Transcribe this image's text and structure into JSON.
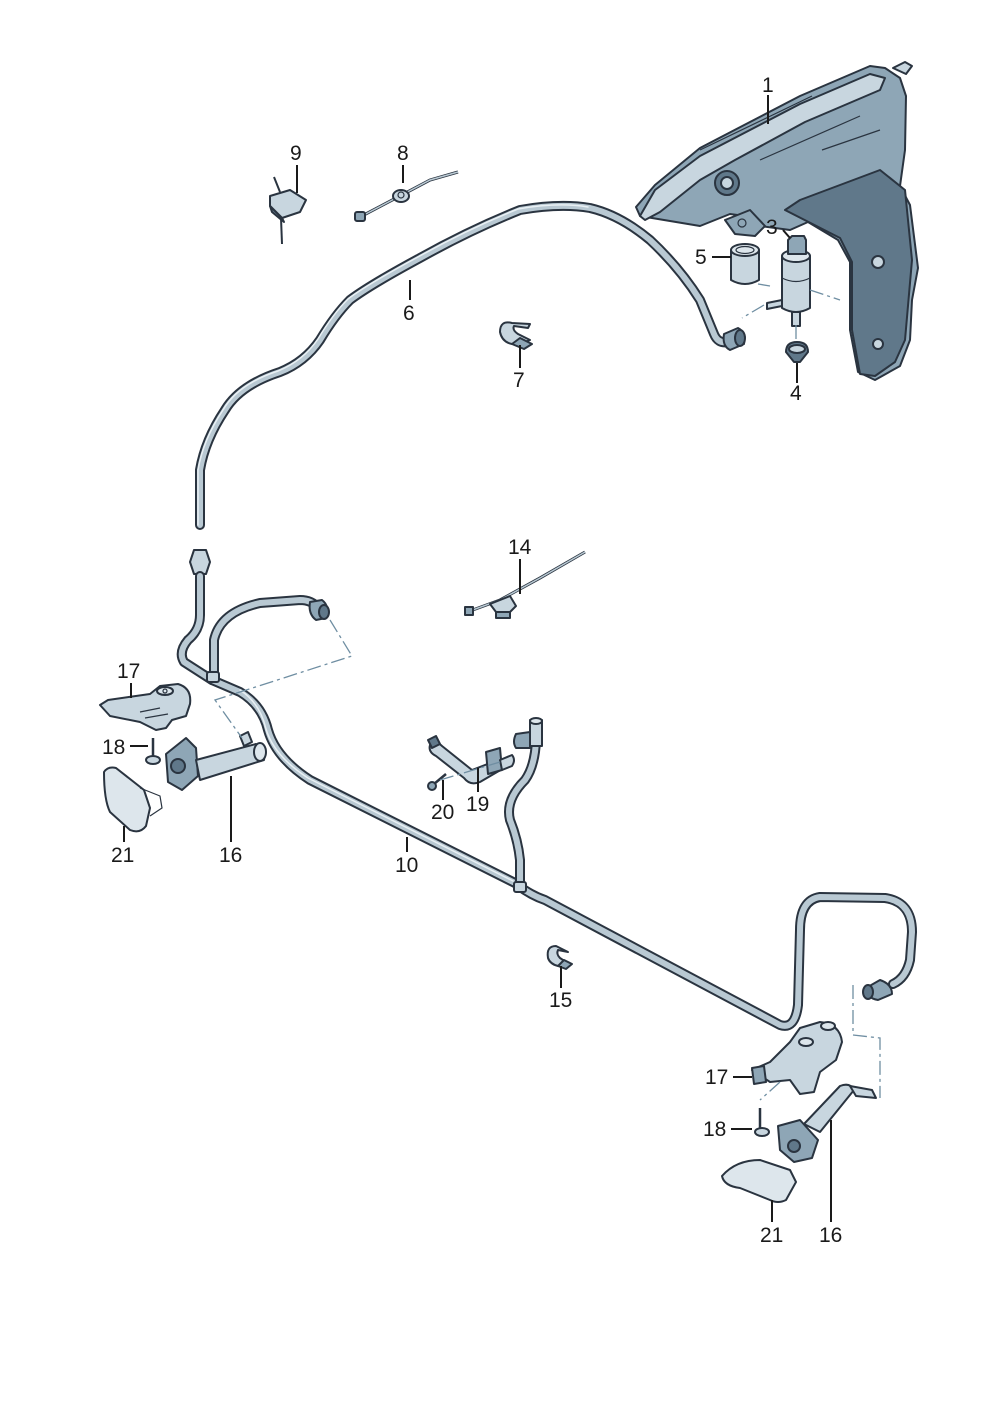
{
  "diagram": {
    "type": "exploded-parts-view",
    "colors": {
      "background": "#ffffff",
      "part_fill": "#8ea6b6",
      "part_outline": "#2a3440",
      "hose_fill": "#b9c9d3",
      "label_text": "#1a1a1a",
      "assembly_dash": "#6f8ea2"
    },
    "callouts": [
      {
        "id": "1",
        "text": "1",
        "part": "washer-fluid-reservoir"
      },
      {
        "id": "3",
        "text": "3",
        "part": "washer-pump"
      },
      {
        "id": "4",
        "text": "4",
        "part": "grommet"
      },
      {
        "id": "5",
        "text": "5",
        "part": "pump-seal-sleeve"
      },
      {
        "id": "6",
        "text": "6",
        "part": "main-washer-hose"
      },
      {
        "id": "7",
        "text": "7",
        "part": "hose-clip-upper"
      },
      {
        "id": "8",
        "text": "8",
        "part": "cable-tie-with-clip"
      },
      {
        "id": "9",
        "text": "9",
        "part": "retaining-clip"
      },
      {
        "id": "10",
        "text": "10",
        "part": "distribution-hose"
      },
      {
        "id": "14",
        "text": "14",
        "part": "cable-tie-with-holder"
      },
      {
        "id": "15",
        "text": "15",
        "part": "hose-clip-lower"
      },
      {
        "id": "16a",
        "text": "16",
        "part": "telescopic-nozzle-left"
      },
      {
        "id": "16b",
        "text": "16",
        "part": "telescopic-nozzle-right"
      },
      {
        "id": "17a",
        "text": "17",
        "part": "nozzle-bracket-left"
      },
      {
        "id": "17b",
        "text": "17",
        "part": "nozzle-bracket-right"
      },
      {
        "id": "18a",
        "text": "18",
        "part": "screw-left"
      },
      {
        "id": "18b",
        "text": "18",
        "part": "screw-right"
      },
      {
        "id": "19",
        "text": "19",
        "part": "non-return-valve-connector"
      },
      {
        "id": "20",
        "text": "20",
        "part": "bolt"
      },
      {
        "id": "21a",
        "text": "21",
        "part": "nozzle-cap-left"
      },
      {
        "id": "21b",
        "text": "21",
        "part": "nozzle-cap-right"
      }
    ]
  }
}
